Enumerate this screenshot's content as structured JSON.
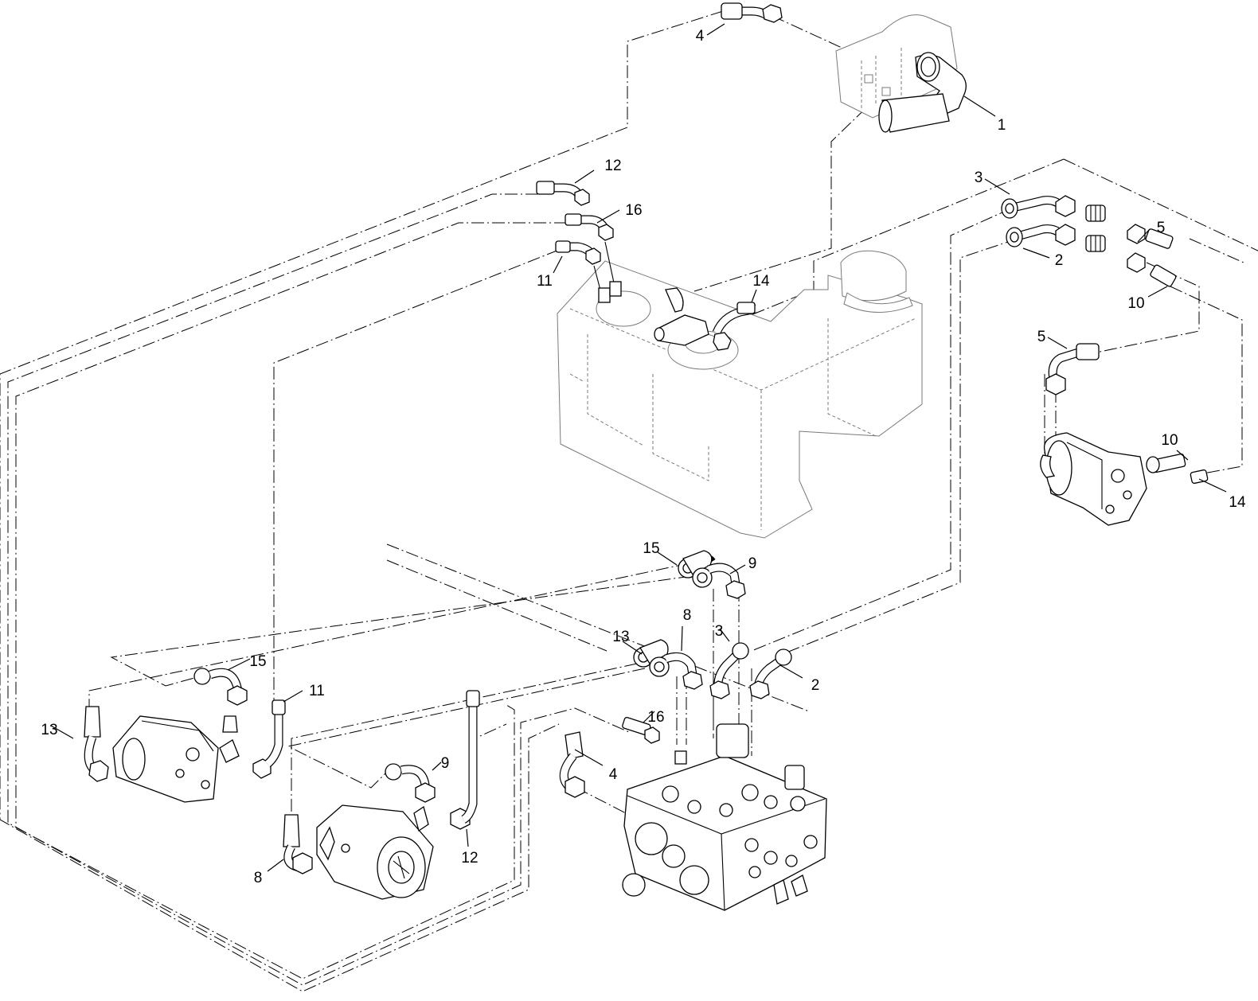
{
  "callouts": [
    {
      "label": "1"
    },
    {
      "label": "2"
    },
    {
      "label": "2"
    },
    {
      "label": "3"
    },
    {
      "label": "3"
    },
    {
      "label": "4"
    },
    {
      "label": "4"
    },
    {
      "label": "5"
    },
    {
      "label": "5"
    },
    {
      "label": "8"
    },
    {
      "label": "8"
    },
    {
      "label": "9"
    },
    {
      "label": "9"
    },
    {
      "label": "10"
    },
    {
      "label": "10"
    },
    {
      "label": "11"
    },
    {
      "label": "11"
    },
    {
      "label": "12"
    },
    {
      "label": "12"
    },
    {
      "label": "13"
    },
    {
      "label": "13"
    },
    {
      "label": "14"
    },
    {
      "label": "14"
    },
    {
      "label": "15"
    },
    {
      "label": "15"
    },
    {
      "label": "16"
    },
    {
      "label": "16"
    }
  ]
}
